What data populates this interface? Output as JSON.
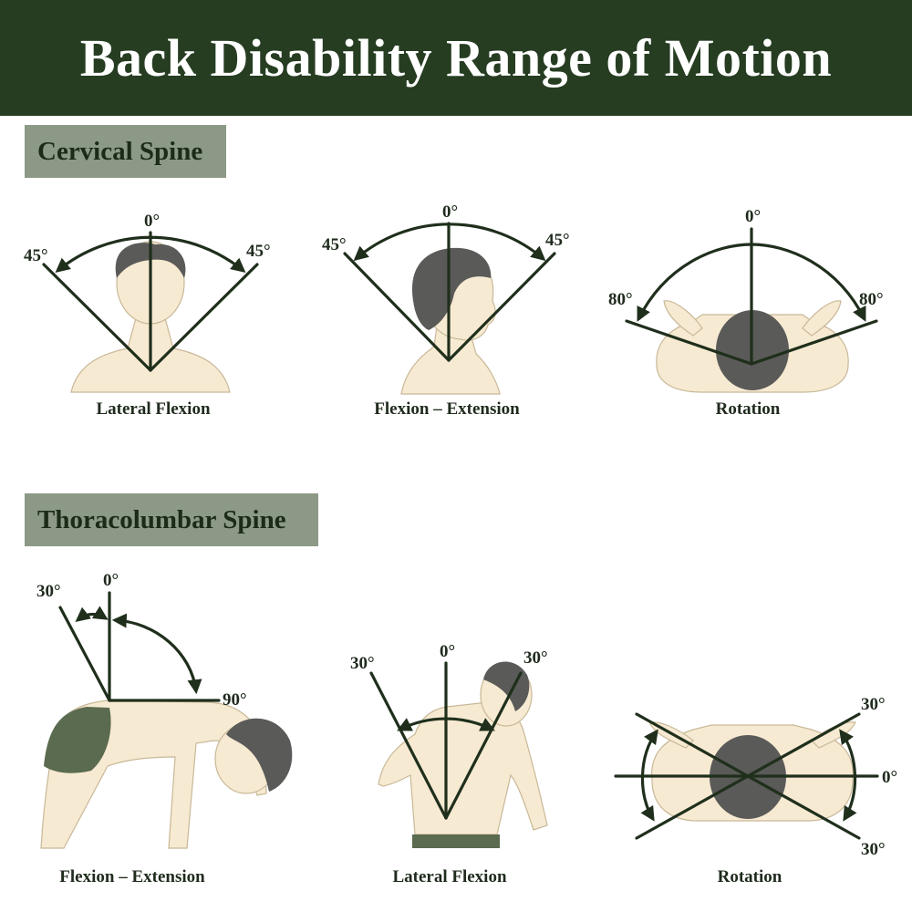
{
  "title": "Back Disability Range of Motion",
  "sections": [
    {
      "label": "Cervical Spine",
      "figures": [
        {
          "caption": "Lateral Flexion",
          "angles": [
            "45°",
            "0°",
            "45°"
          ]
        },
        {
          "caption": "Flexion – Extension",
          "angles": [
            "45°",
            "0°",
            "45°"
          ]
        },
        {
          "caption": "Rotation",
          "angles": [
            "80°",
            "0°",
            "80°"
          ]
        }
      ]
    },
    {
      "label": "Thoracolumbar Spine",
      "figures": [
        {
          "caption": "Flexion – Extension",
          "angles": [
            "30°",
            "0°",
            "90°"
          ]
        },
        {
          "caption": "Lateral Flexion",
          "angles": [
            "30°",
            "0°",
            "30°"
          ]
        },
        {
          "caption": "Rotation",
          "angles": [
            "30°",
            "0°",
            "30°"
          ]
        }
      ]
    }
  ],
  "colors": {
    "header": "#263d22",
    "section_label": "#8c9986",
    "lines": "#1f2f1c",
    "skin": "#f7ead2",
    "hair": "#5a5a58"
  },
  "icons": [
    "arrowhead-icon"
  ]
}
